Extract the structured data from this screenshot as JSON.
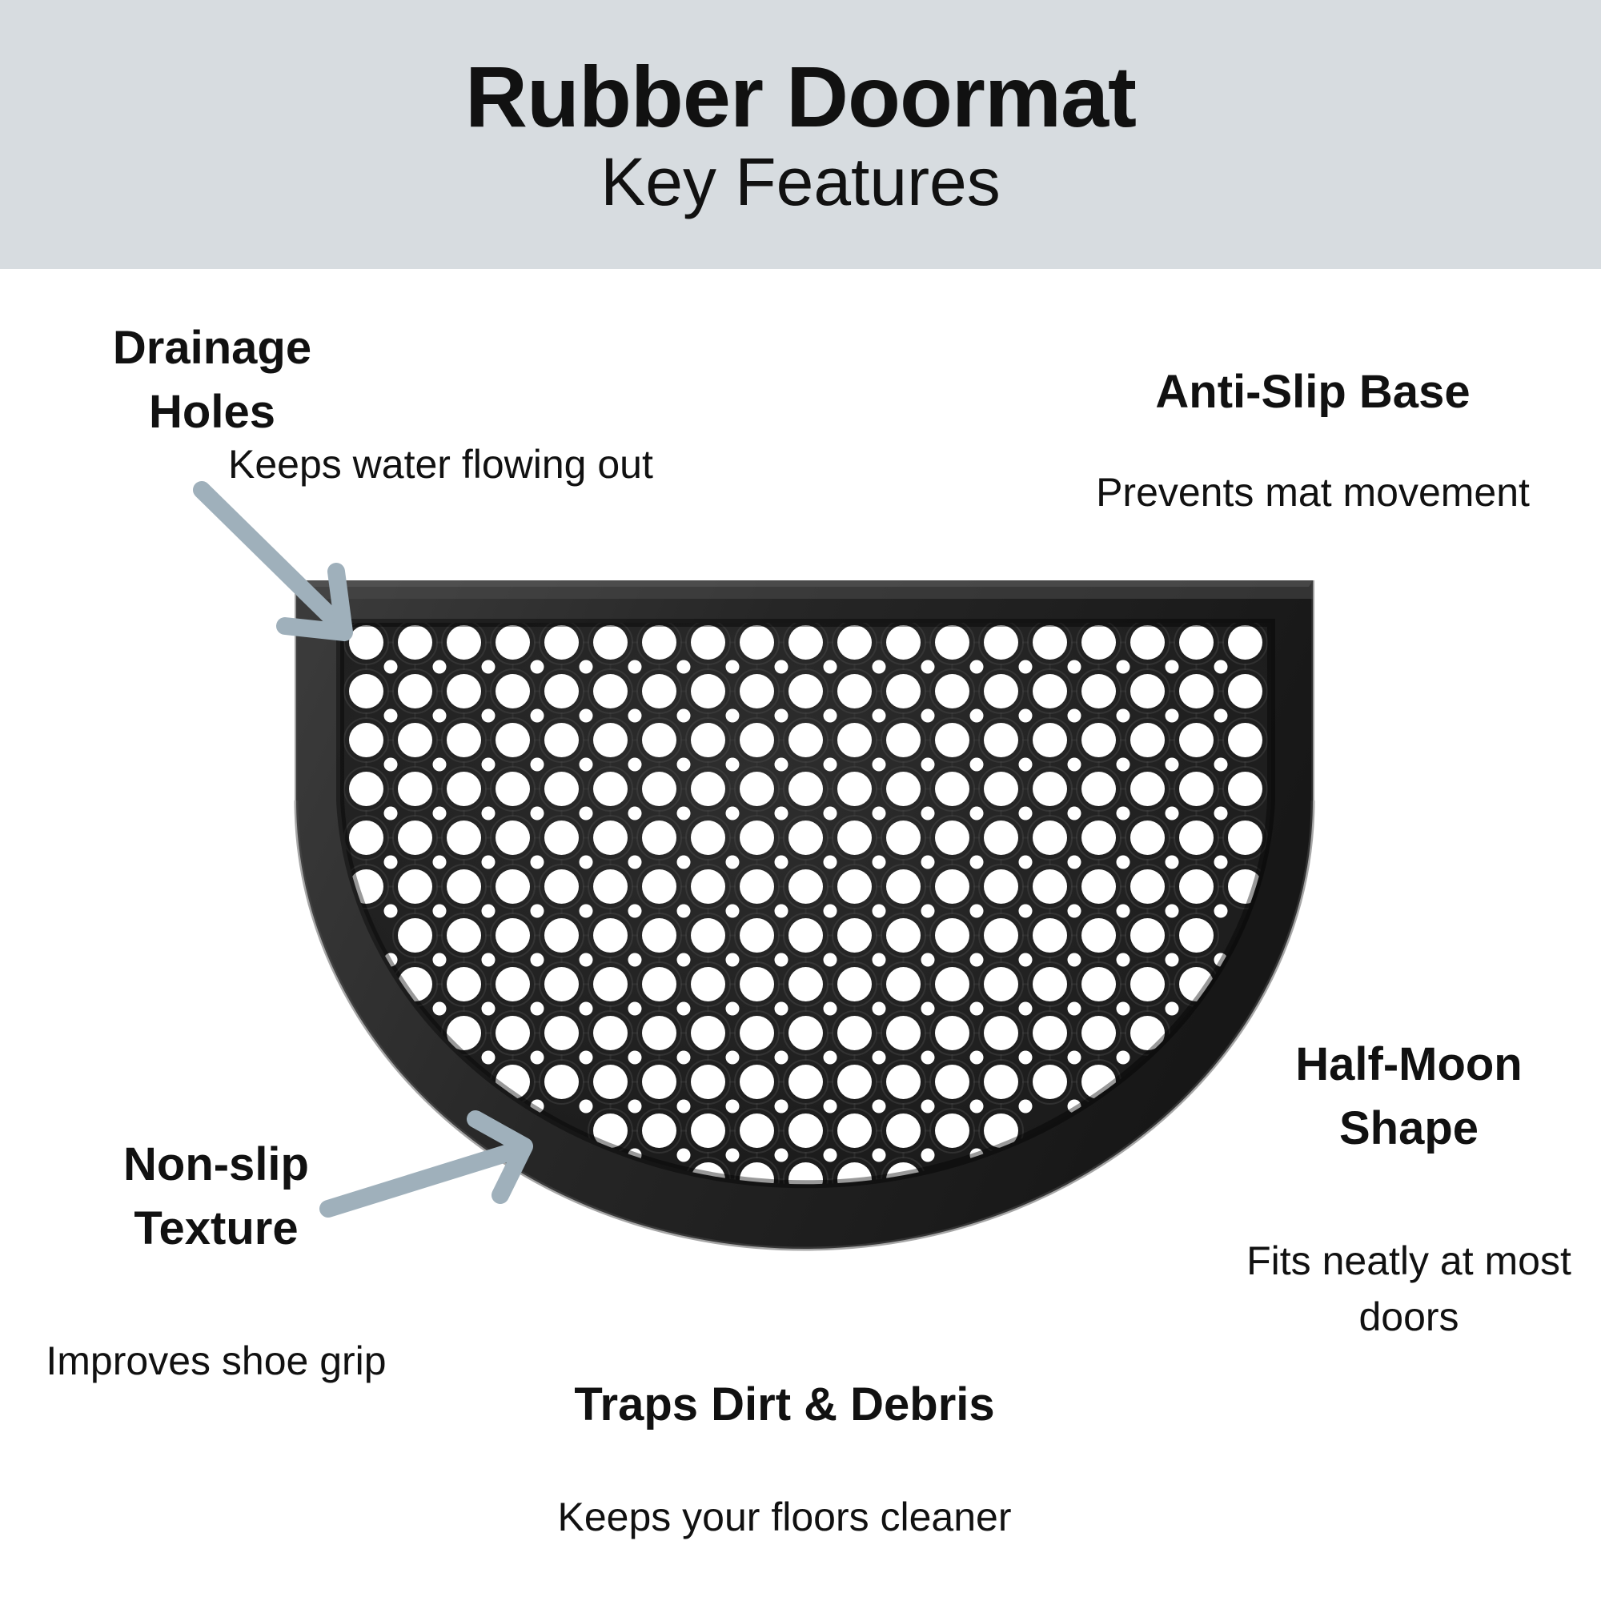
{
  "header": {
    "title": "Rubber Doormat",
    "subtitle": "Key Features",
    "background_color": "#d7dce0"
  },
  "colors": {
    "page_background": "#ffffff",
    "header_background": "#d7dce0",
    "text": "#111111",
    "arrow": "#9fb0bb",
    "mat_rubber": "#1a1a1a",
    "mat_edge_highlight": "#3a3a3a"
  },
  "product_image": {
    "name": "rubber-doormat-photo",
    "shape": "half-moon",
    "description": "Black rubber half-moon doormat with a grid of large round drainage holes and small interstitial holes, surrounded by a solid raised border"
  },
  "annotations": [
    {
      "id": "drainage-holes",
      "title": "Drainage Holes",
      "description": "Keeps water flowing out",
      "has_arrow": true
    },
    {
      "id": "anti-slip-base",
      "title": "Anti-Slip Base",
      "description": "Prevents mat movement",
      "has_arrow": false
    },
    {
      "id": "non-slip-texture",
      "title": "Non-slip Texture",
      "description": "Improves shoe grip",
      "has_arrow": true
    },
    {
      "id": "half-moon-shape",
      "title": "Half-Moon Shape",
      "description": "Fits neatly at most doors",
      "has_arrow": false
    },
    {
      "id": "traps-dirt-debris",
      "title": "Traps Dirt & Debris",
      "description": "Keeps your floors cleaner",
      "has_arrow": false
    }
  ],
  "annotation_text": {
    "drainage_title_line1": "Drainage",
    "drainage_title_line2": "Holes",
    "drainage_desc": "Keeps water flowing out",
    "antislip_title": "Anti-Slip Base",
    "antislip_desc": "Prevents mat movement",
    "nonslip_title_line1": "Non-slip",
    "nonslip_title_line2": "Texture",
    "nonslip_desc": "Improves shoe grip",
    "halfmoon_title_line1": "Half-Moon",
    "halfmoon_title_line2": "Shape",
    "halfmoon_desc": "Fits neatly at most doors",
    "traps_title": "Traps Dirt & Debris",
    "traps_desc": "Keeps your floors cleaner"
  }
}
